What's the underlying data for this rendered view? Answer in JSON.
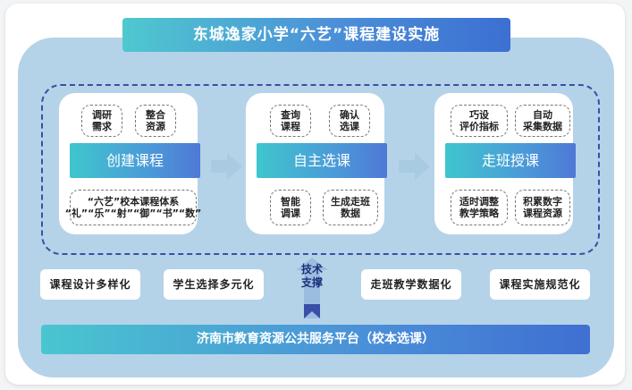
{
  "title": "东城逸家小学“六艺”课程建设实施",
  "panels": [
    {
      "top_left": "调研\n需求",
      "top_right": "整合\n资源",
      "main": "创建课程",
      "bottom": "“六艺”校本课程体系\n“礼”“乐”“射”“御”“书”“数”"
    },
    {
      "top_left": "查询\n课程",
      "top_right": "确认\n选课",
      "main": "自主选课",
      "bottom_left": "智能\n调课",
      "bottom_right": "生成走班\n数据"
    },
    {
      "top_left": "巧设\n评价指标",
      "top_right": "自动\n采集数据",
      "main": "走班授课",
      "bottom_left": "适时调整\n教学策略",
      "bottom_right": "积累数字\n课程资源"
    }
  ],
  "features": [
    "课程设计多样化",
    "学生选择多元化",
    "走班教学数据化",
    "课程实施规范化"
  ],
  "tech_support": "技术\n支撑",
  "platform": "济南市教育资源公共服务平台（校本选课）",
  "colors": {
    "stage": "#b5d3e8",
    "dashed_border": "#3a4ea8",
    "gradient_start": "#4fc8cf",
    "gradient_end": "#3c6fd2",
    "arrow": "#a9cbe2"
  }
}
